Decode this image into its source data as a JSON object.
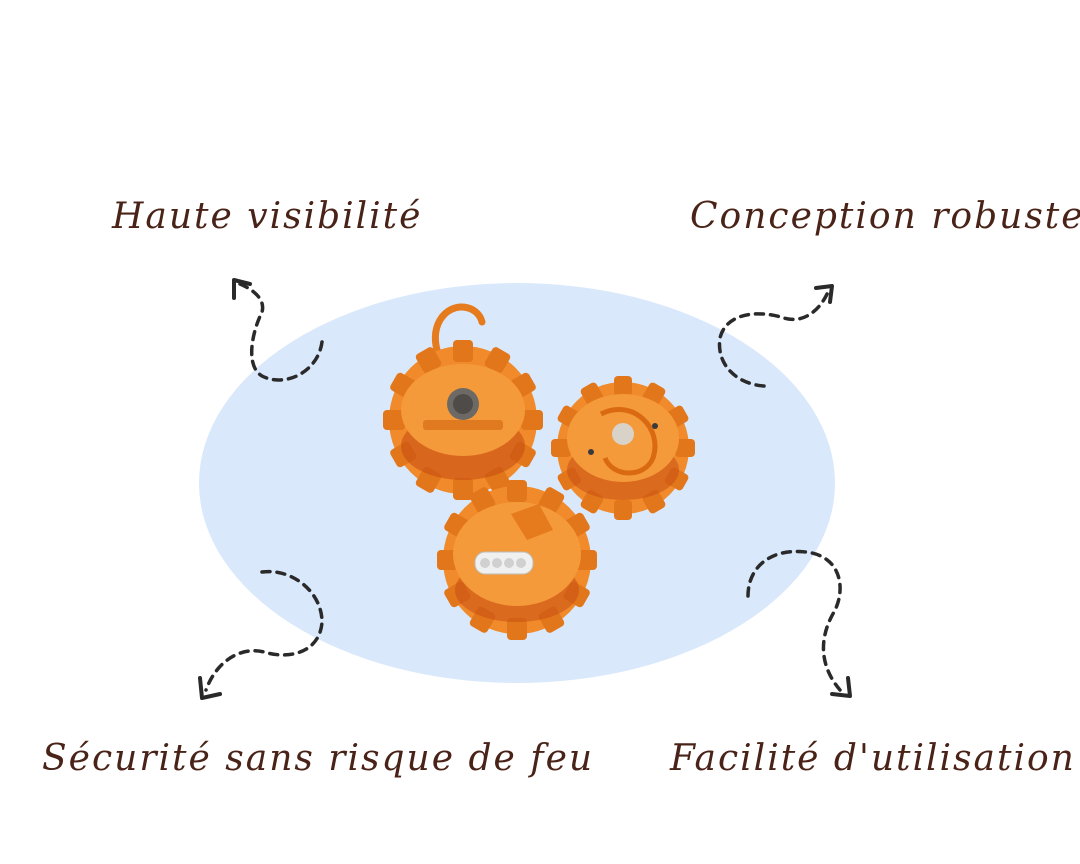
{
  "features": {
    "top_left": "Haute visibilité",
    "top_right": "Conception robuste",
    "bottom_left": "Sécurité sans risque de feu",
    "bottom_right": "Facilité d'utilisation"
  },
  "colors": {
    "text": "#4a2318",
    "ellipse": "#d9e8fb",
    "product_orange": "#f08a2a",
    "product_dark_orange": "#d46a10",
    "arrow": "#2a2a2a"
  },
  "icons": {
    "arrows": "dashed-curved-arrow-icon"
  }
}
